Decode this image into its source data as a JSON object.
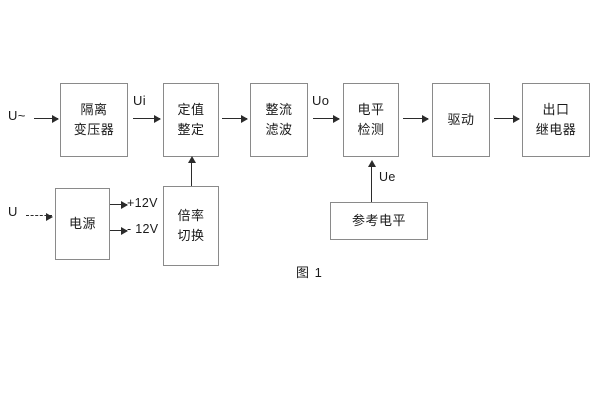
{
  "figure": {
    "caption": "图 1",
    "type": "block-diagram"
  },
  "inputs": {
    "ac_input_label": "U~",
    "dc_input_label": "U"
  },
  "signals": {
    "ui": "Ui",
    "uo": "Uo",
    "ue": "Ue"
  },
  "power_rails": {
    "positive": "+12V",
    "negative": "- 12V"
  },
  "blocks": [
    {
      "id": "isolation-transformer",
      "line1": "隔离",
      "line2": "变压器"
    },
    {
      "id": "setting-value",
      "line1": "定值",
      "line2": "整定"
    },
    {
      "id": "rectify-filter",
      "line1": "整流",
      "line2": "滤波"
    },
    {
      "id": "level-detection",
      "line1": "电平",
      "line2": "检测"
    },
    {
      "id": "drive",
      "line1": "驱动",
      "line2": ""
    },
    {
      "id": "output-relay",
      "line1": "出口",
      "line2": "继电器"
    },
    {
      "id": "power-supply",
      "line1": "电源",
      "line2": ""
    },
    {
      "id": "multiplier-switch",
      "line1": "倍率",
      "line2": "切换"
    },
    {
      "id": "reference-level",
      "line1": "参考电平",
      "line2": ""
    }
  ],
  "colors": {
    "box_border": "#8a8a8a",
    "arrow": "#2b2b2b",
    "text": "#1a1a1a",
    "background": "#ffffff"
  }
}
